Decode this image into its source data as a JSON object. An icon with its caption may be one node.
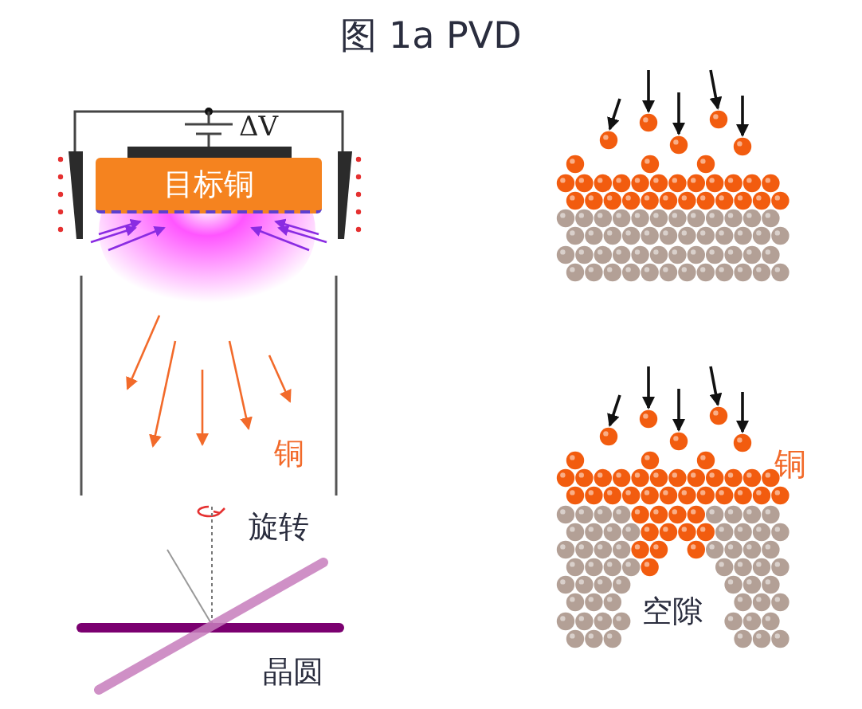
{
  "diagram": {
    "title": "图 1a PVD",
    "nodes": [
      {
        "text": [
          "目标铜"
        ]
      }
    ],
    "labels": [
      "ΔV",
      "铜",
      "旋转",
      "晶圆",
      "铜",
      "空隙"
    ]
  }
}
